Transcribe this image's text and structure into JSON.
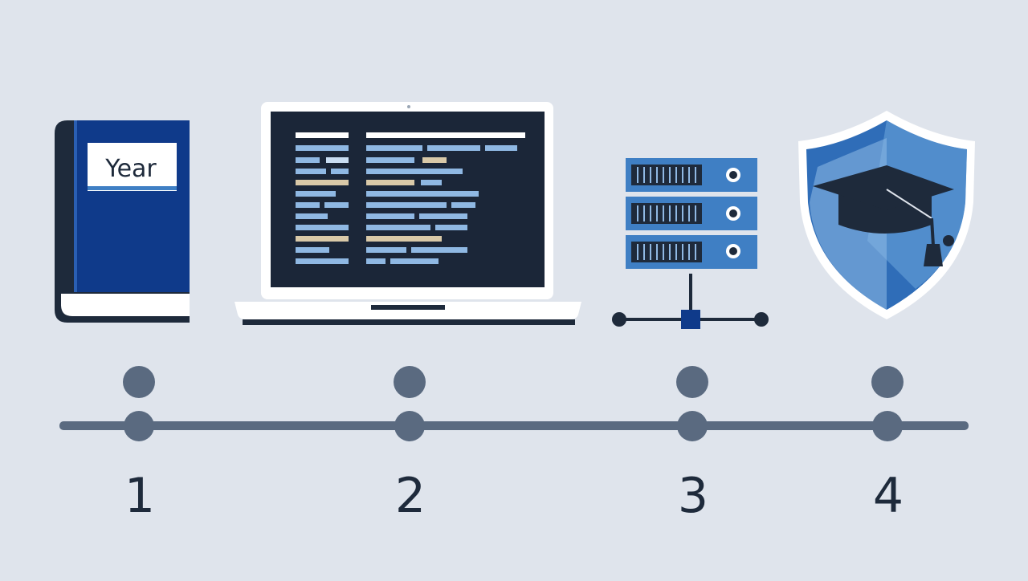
{
  "book": {
    "label": "Year"
  },
  "steps": [
    {
      "number": "1",
      "icon": "book-icon"
    },
    {
      "number": "2",
      "icon": "laptop-code-icon"
    },
    {
      "number": "3",
      "icon": "server-network-icon"
    },
    {
      "number": "4",
      "icon": "graduation-shield-icon"
    }
  ],
  "colors": {
    "background": "#dfe4ec",
    "navy": "#0f3a8a",
    "dark": "#1e2a3b",
    "blue": "#3f7fc4",
    "light_blue": "#a9cdef",
    "timeline": "#5a6a80"
  }
}
